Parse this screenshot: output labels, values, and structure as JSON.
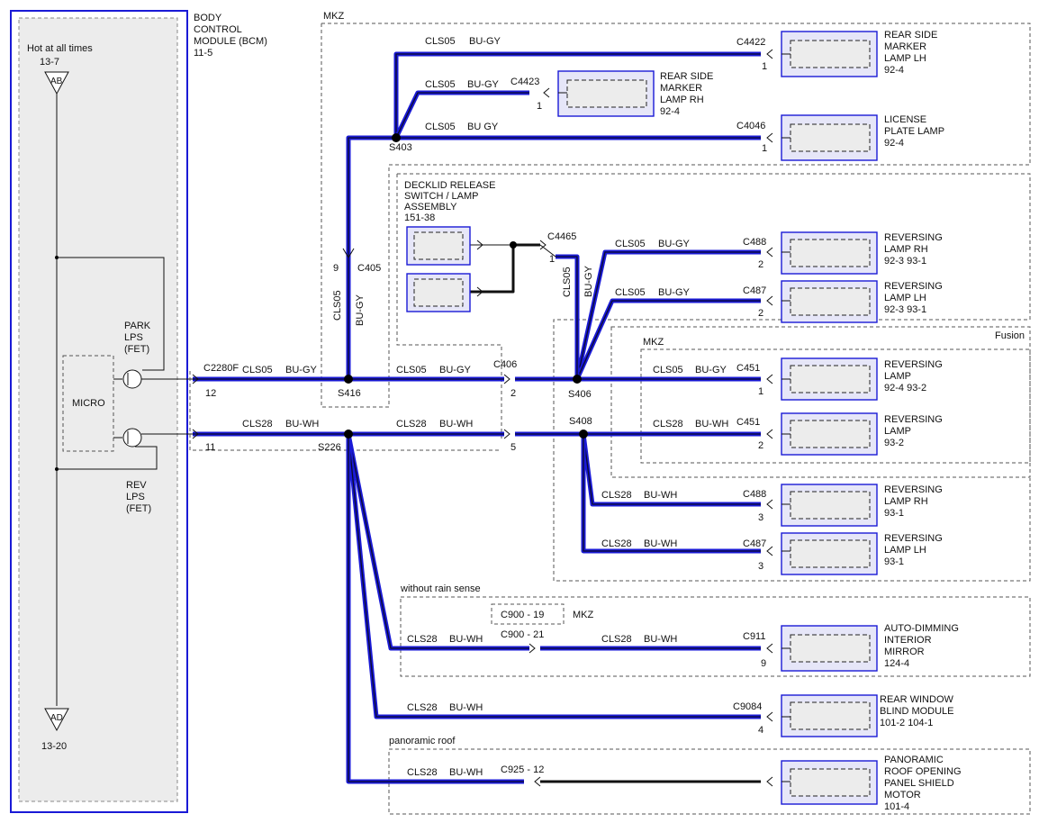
{
  "bcm": {
    "title_lines": [
      "BODY",
      "CONTROL",
      "MODULE (BCM)",
      "11-5"
    ],
    "hot_label": "Hot at all times",
    "ab_pin": "13-7",
    "ab_label": "AB",
    "ad_label": "AD",
    "ad_pin": "13-20",
    "micro_label": "MICRO",
    "park_lines": [
      "PARK",
      "LPS",
      "(FET)"
    ],
    "rev_lines": [
      "REV",
      "LPS",
      "(FET)"
    ]
  },
  "regions": {
    "mkz_top": "MKZ",
    "mkz_mid": "MKZ",
    "fusion": "Fusion",
    "without_rain_sense": "without rain sense",
    "panoramic_roof": "panoramic roof"
  },
  "connectors": {
    "c2280f": "C2280F",
    "c2280f_pin_12": "12",
    "c2280f_pin_11": "11",
    "c405": "C405",
    "c405_pin": "9",
    "c406": "C406",
    "c406_pin_2": "2",
    "c406_pin_5": "5",
    "c4465": "C4465",
    "c4465_pin": "1",
    "c900_mkz_box": "C900 - 19",
    "c900_mkz_label": "MKZ",
    "c900_21": "C900 - 21",
    "c925": "C925 - 12"
  },
  "splices": {
    "s403": "S403",
    "s416": "S416",
    "s226": "S226",
    "s406": "S406",
    "s408": "S408"
  },
  "wires": {
    "cls05": "CLS05",
    "cls28": "CLS28",
    "bu_gy": "BU-GY",
    "bu_wh": "BU-WH",
    "bu_gy_space": "BU GY"
  },
  "decklid": {
    "lines": [
      "DECKLID RELEASE",
      "SWITCH / LAMP",
      "ASSEMBLY",
      "151-38"
    ]
  },
  "components": [
    {
      "connector": "C4422",
      "pin": "1",
      "lines": [
        "REAR SIDE",
        "MARKER",
        "LAMP LH",
        "92-4"
      ]
    },
    {
      "connector": "C4423",
      "pin": "1",
      "lines": [
        "REAR SIDE",
        "MARKER",
        "LAMP RH",
        "92-4"
      ]
    },
    {
      "connector": "C4046",
      "pin": "1",
      "lines": [
        "LICENSE",
        "PLATE LAMP",
        "92-4"
      ]
    },
    {
      "connector": "C488",
      "pin": "2",
      "lines": [
        "REVERSING",
        "LAMP RH",
        "92-3   93-1"
      ]
    },
    {
      "connector": "C487",
      "pin": "2",
      "lines": [
        "REVERSING",
        "LAMP LH",
        "92-3   93-1"
      ]
    },
    {
      "connector": "C451",
      "pin": "1",
      "lines": [
        "REVERSING",
        "LAMP",
        "92-4   93-2"
      ]
    },
    {
      "connector": "C451",
      "pin": "2",
      "lines": [
        "REVERSING",
        "LAMP",
        "93-2"
      ]
    },
    {
      "connector": "C488",
      "pin": "3",
      "lines": [
        "REVERSING",
        "LAMP RH",
        "93-1"
      ]
    },
    {
      "connector": "C487",
      "pin": "3",
      "lines": [
        "REVERSING",
        "LAMP LH",
        "93-1"
      ]
    },
    {
      "connector": "C911",
      "pin": "9",
      "lines": [
        "AUTO-DIMMING",
        "INTERIOR",
        "MIRROR",
        "124-4"
      ]
    },
    {
      "connector": "C9084",
      "pin": "4",
      "lines": [
        "REAR WINDOW",
        "BLIND MODULE",
        "101-2  104-1"
      ]
    },
    {
      "connector": "",
      "pin": "",
      "lines": [
        "PANORAMIC",
        "ROOF OPENING",
        "PANEL SHIELD",
        "MOTOR",
        "101-4"
      ]
    }
  ],
  "colors": {
    "wire_blue": "#1a1ad6",
    "component_fill": "#e6e6f8",
    "panel_fill": "#ececec"
  }
}
